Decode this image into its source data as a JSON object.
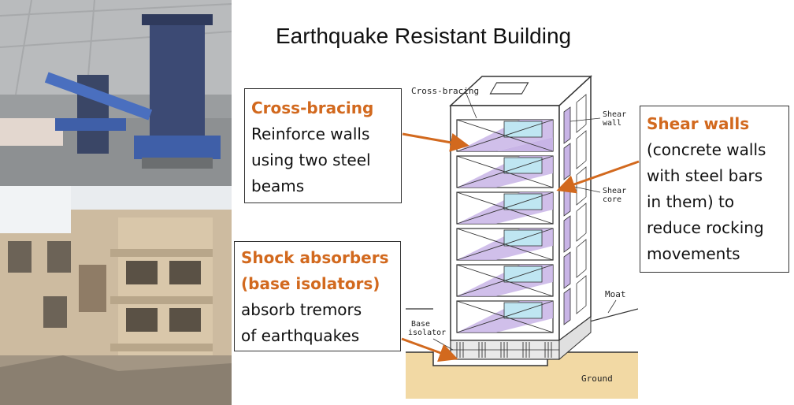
{
  "title": "Earthquake Resistant Building",
  "callouts": {
    "cross_bracing": {
      "heading": "Cross-bracing",
      "lines": [
        "Reinforce walls",
        "using two steel",
        "beams"
      ]
    },
    "shock_absorbers": {
      "heading_lines": [
        "Shock absorbers",
        "(base isolators)"
      ],
      "lines": [
        "absorb tremors",
        "of earthquakes"
      ]
    },
    "shear_walls": {
      "heading": "Shear walls",
      "lines": [
        "(concrete walls",
        "with steel bars",
        "in them) to",
        "reduce rocking",
        "movements"
      ]
    }
  },
  "diagram_labels": {
    "cross_bracing": "Cross-bracing",
    "shear_wall": [
      "Shear",
      "wall"
    ],
    "shear_core": [
      "Shear",
      "core"
    ],
    "moat": "Moat",
    "base_isolator": [
      "Base",
      "isolator"
    ],
    "ground": "Ground"
  },
  "colors": {
    "accent": "#d2691e",
    "panel": "#c8b4e6",
    "glass": "#bfe6f2",
    "ground": "#f2d9a4"
  }
}
